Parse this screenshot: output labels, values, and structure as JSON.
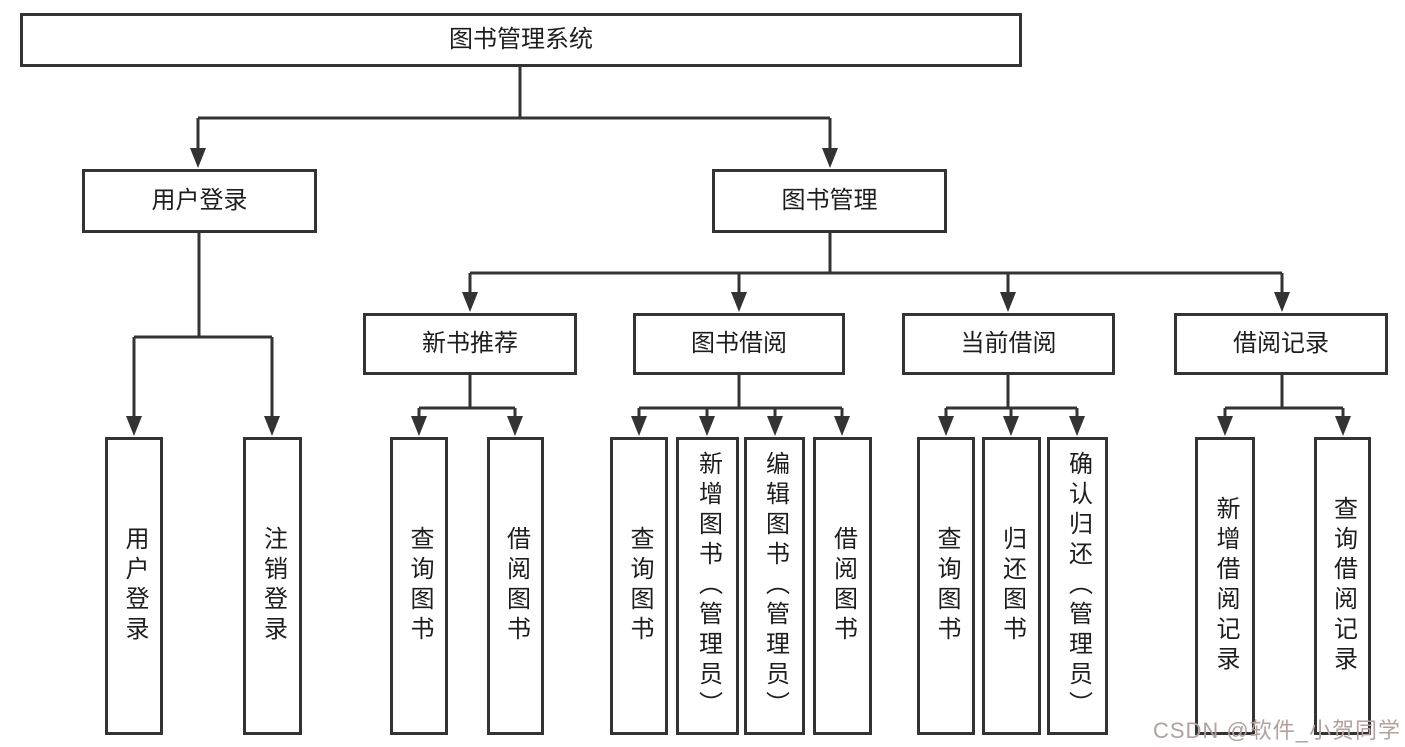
{
  "diagram": {
    "line_color": "#333333",
    "background": "#ffffff",
    "root": {
      "label": "图书管理系统"
    },
    "user": {
      "label": "用户登录",
      "children": [
        {
          "label": "用户登录"
        },
        {
          "label": "注销登录"
        }
      ]
    },
    "mgmt": {
      "label": "图书管理",
      "children": [
        {
          "label": "新书推荐",
          "children": [
            {
              "label": "查询图书"
            },
            {
              "label": "借阅图书"
            }
          ]
        },
        {
          "label": "图书借阅",
          "children": [
            {
              "label": "查询图书"
            },
            {
              "label": "新增图书（管理员）"
            },
            {
              "label": "编辑图书（管理员）"
            },
            {
              "label": "借阅图书"
            }
          ]
        },
        {
          "label": "当前借阅",
          "children": [
            {
              "label": "查询图书"
            },
            {
              "label": "归还图书"
            },
            {
              "label": "确认归还（管理员）"
            }
          ]
        },
        {
          "label": "借阅记录",
          "children": [
            {
              "label": "新增借阅记录"
            },
            {
              "label": "查询借阅记录"
            }
          ]
        }
      ]
    }
  },
  "watermark": {
    "text": "CSDN @软件_小贺同学",
    "color": "#b2a19c"
  }
}
